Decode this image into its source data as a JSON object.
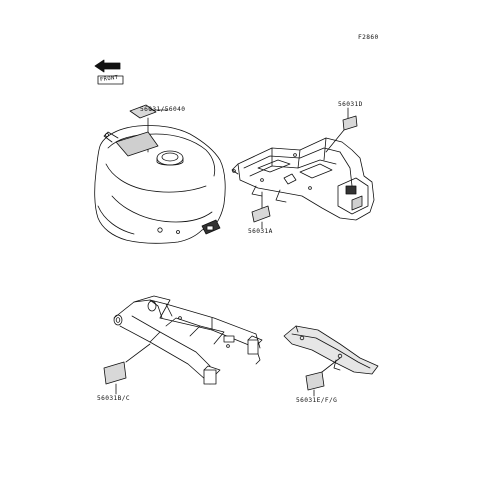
{
  "figure_code": "F2860",
  "front_marker": "FRONT",
  "parts": {
    "tank": {
      "name": "fuel-tank",
      "label": "56031/56040"
    },
    "fender_upper": {
      "name": "rear-fender",
      "label": "56031D"
    },
    "fender_lower": {
      "label": "56031A"
    },
    "swingarm": {
      "name": "swingarm",
      "label": "56031B/C"
    },
    "chain_guard": {
      "name": "chain-guard",
      "label": "56031E/F/G"
    }
  }
}
